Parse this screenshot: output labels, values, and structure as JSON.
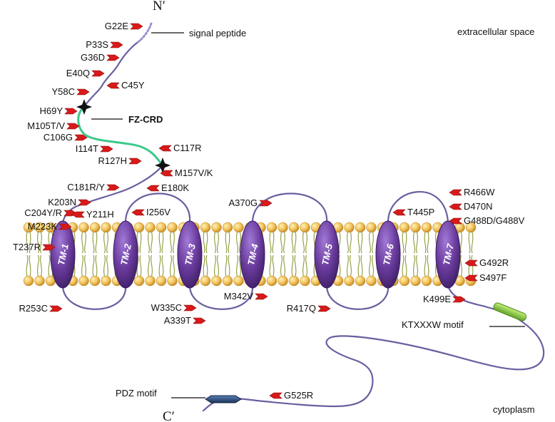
{
  "regions": {
    "extracellular": "extracellular space",
    "cytoplasm": "cytoplasm"
  },
  "termini": {
    "n": "N′",
    "c": "C′"
  },
  "features": {
    "signal_peptide": "signal peptide",
    "fz_crd": "FZ-CRD",
    "ktxxxw": "KTXXXW motif",
    "pdz": "PDZ motif"
  },
  "tm_domains": [
    "TM-1",
    "TM-2",
    "TM-3",
    "TM-4",
    "TM-5",
    "TM-6",
    "TM-7"
  ],
  "mutations_left": [
    "G22E",
    "P33S",
    "G36D",
    "E40Q",
    "Y58C",
    "H69Y",
    "M105T/V",
    "C106G",
    "I114T",
    "R127H",
    "C181R/Y",
    "K203N",
    "C204Y/R",
    "M223K",
    "T237R",
    "R253C",
    "W335C",
    "A339T",
    "M342V",
    "A370G",
    "R417Q",
    "K499E"
  ],
  "mutations_right": [
    "C45Y",
    "C117R",
    "M157V/K",
    "E180K",
    "Y211H",
    "I256V",
    "T445P",
    "R466W",
    "D470N",
    "G488D/G488V",
    "G492R",
    "S497F",
    "G525R"
  ],
  "colors": {
    "chain": "#6b5fa0",
    "crd": "#3cc98a",
    "tm": "#6a3c9e",
    "lipid_head": "#f2c25a",
    "lipid_tail": "#8e9a3a",
    "arrow": "#d81a1a",
    "ktxxxw": "#8fd13f",
    "pdz": "#2c4a78"
  }
}
